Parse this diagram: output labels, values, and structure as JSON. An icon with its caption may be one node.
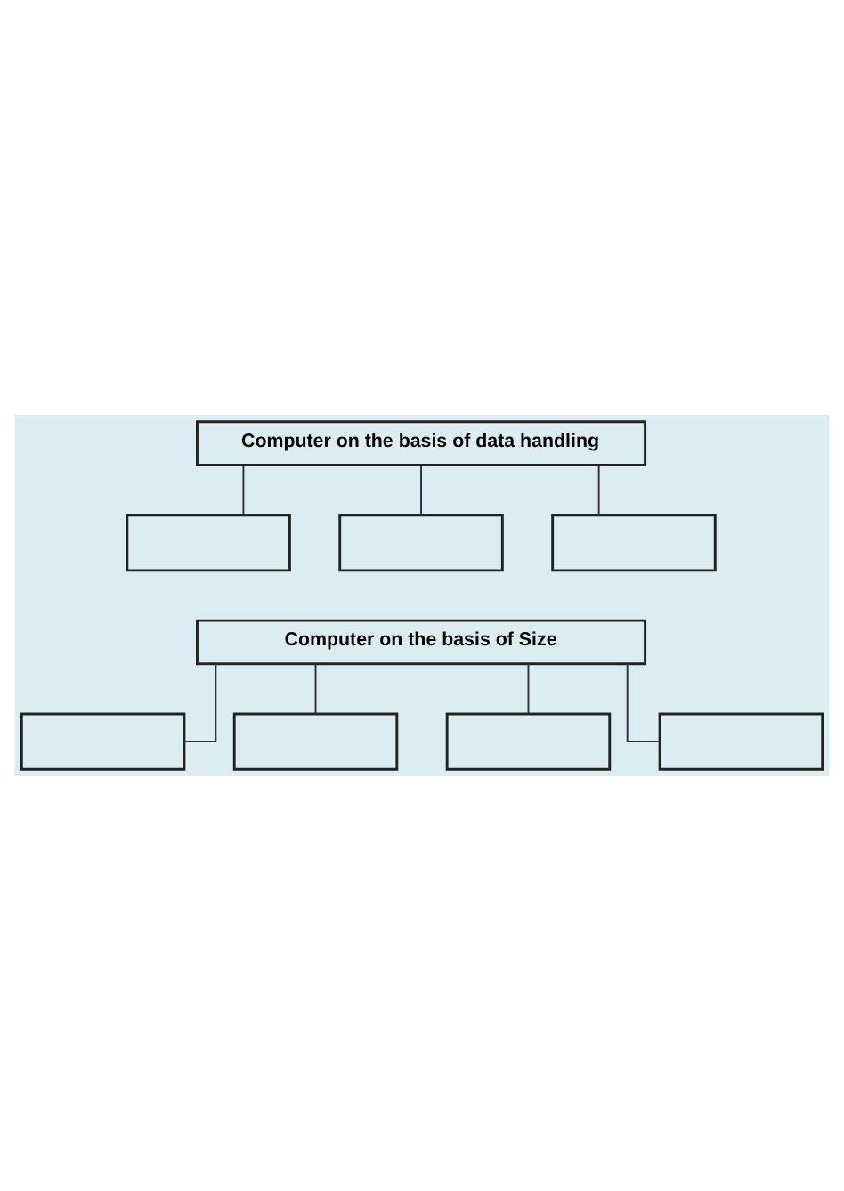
{
  "diagram": {
    "nodes": [
      {
        "text": [
          "Computer on the basis of data handling"
        ]
      },
      {
        "text": [],
        "shape": "box"
      },
      {
        "text": [],
        "shape": "box"
      },
      {
        "text": [],
        "shape": "box"
      },
      {
        "text": [
          "Computer on the basis of Size"
        ]
      },
      {
        "text": [],
        "shape": "box"
      },
      {
        "text": [],
        "shape": "box"
      },
      {
        "text": [],
        "shape": "box"
      },
      {
        "text": [],
        "shape": "box"
      }
    ],
    "edges": [
      {
        "from": 0,
        "to": 1,
        "arrow": "none"
      },
      {
        "from": 0,
        "to": 2,
        "arrow": "none"
      },
      {
        "from": 0,
        "to": 3,
        "arrow": "none"
      },
      {
        "from": 4,
        "to": 5,
        "arrow": "none"
      },
      {
        "from": 4,
        "to": 6,
        "arrow": "none"
      },
      {
        "from": 4,
        "to": 7,
        "arrow": "none"
      },
      {
        "from": 4,
        "to": 8,
        "arrow": "none"
      }
    ]
  }
}
